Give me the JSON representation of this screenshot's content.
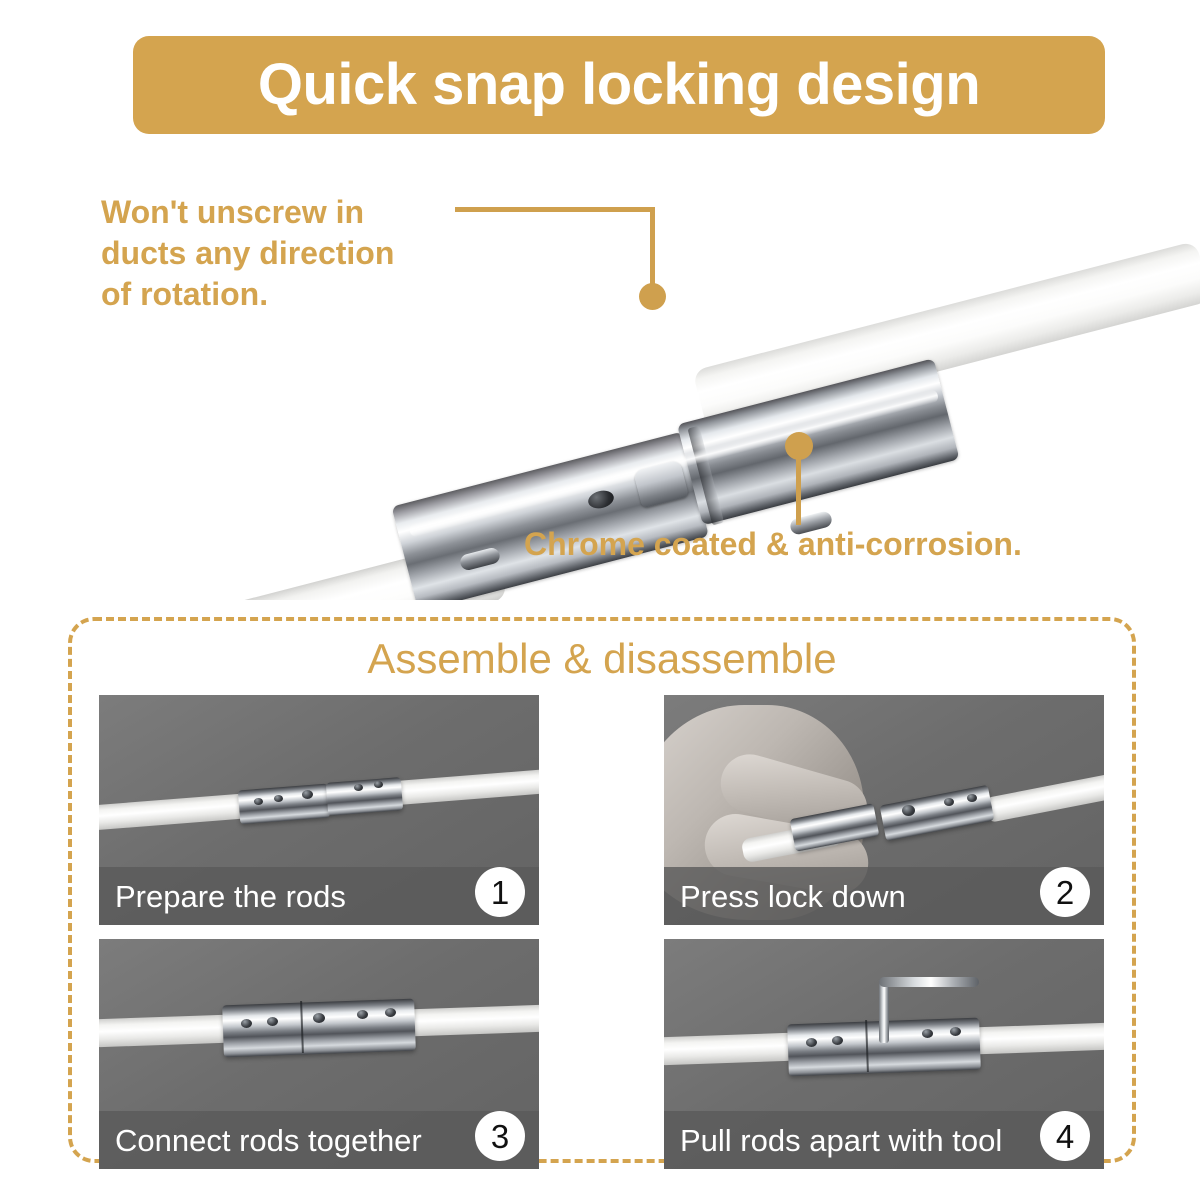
{
  "header": {
    "title": "Quick snap locking design",
    "banner_color": "#d4a44f",
    "title_color": "#ffffff"
  },
  "callouts": [
    {
      "id": "no-unscrew",
      "text": "Won't unscrew in\nducts any direction\nof rotation.",
      "color": "#d4a44f"
    },
    {
      "id": "chrome-coated",
      "text": "Chrome coated & anti-corrosion.",
      "color": "#d4a44f"
    }
  ],
  "hero": {
    "subject": "white fiberglass rod with chrome quick-snap connector",
    "rod_color": "#ffffff",
    "connector_color": "#c8ccd2"
  },
  "assembly": {
    "title": "Assemble & disassemble",
    "border_color": "#d4a44f",
    "steps": [
      {
        "number": "1",
        "caption": "Prepare the rods",
        "photo": "two rods with connectors aligned"
      },
      {
        "number": "2",
        "caption": "Press lock down",
        "photo": "hand pressing the spring lock button"
      },
      {
        "number": "3",
        "caption": "Connect rods together",
        "photo": "rods joined by chrome connector"
      },
      {
        "number": "4",
        "caption": "Pull rods apart with tool",
        "photo": "hex key inserted to release lock"
      }
    ]
  }
}
